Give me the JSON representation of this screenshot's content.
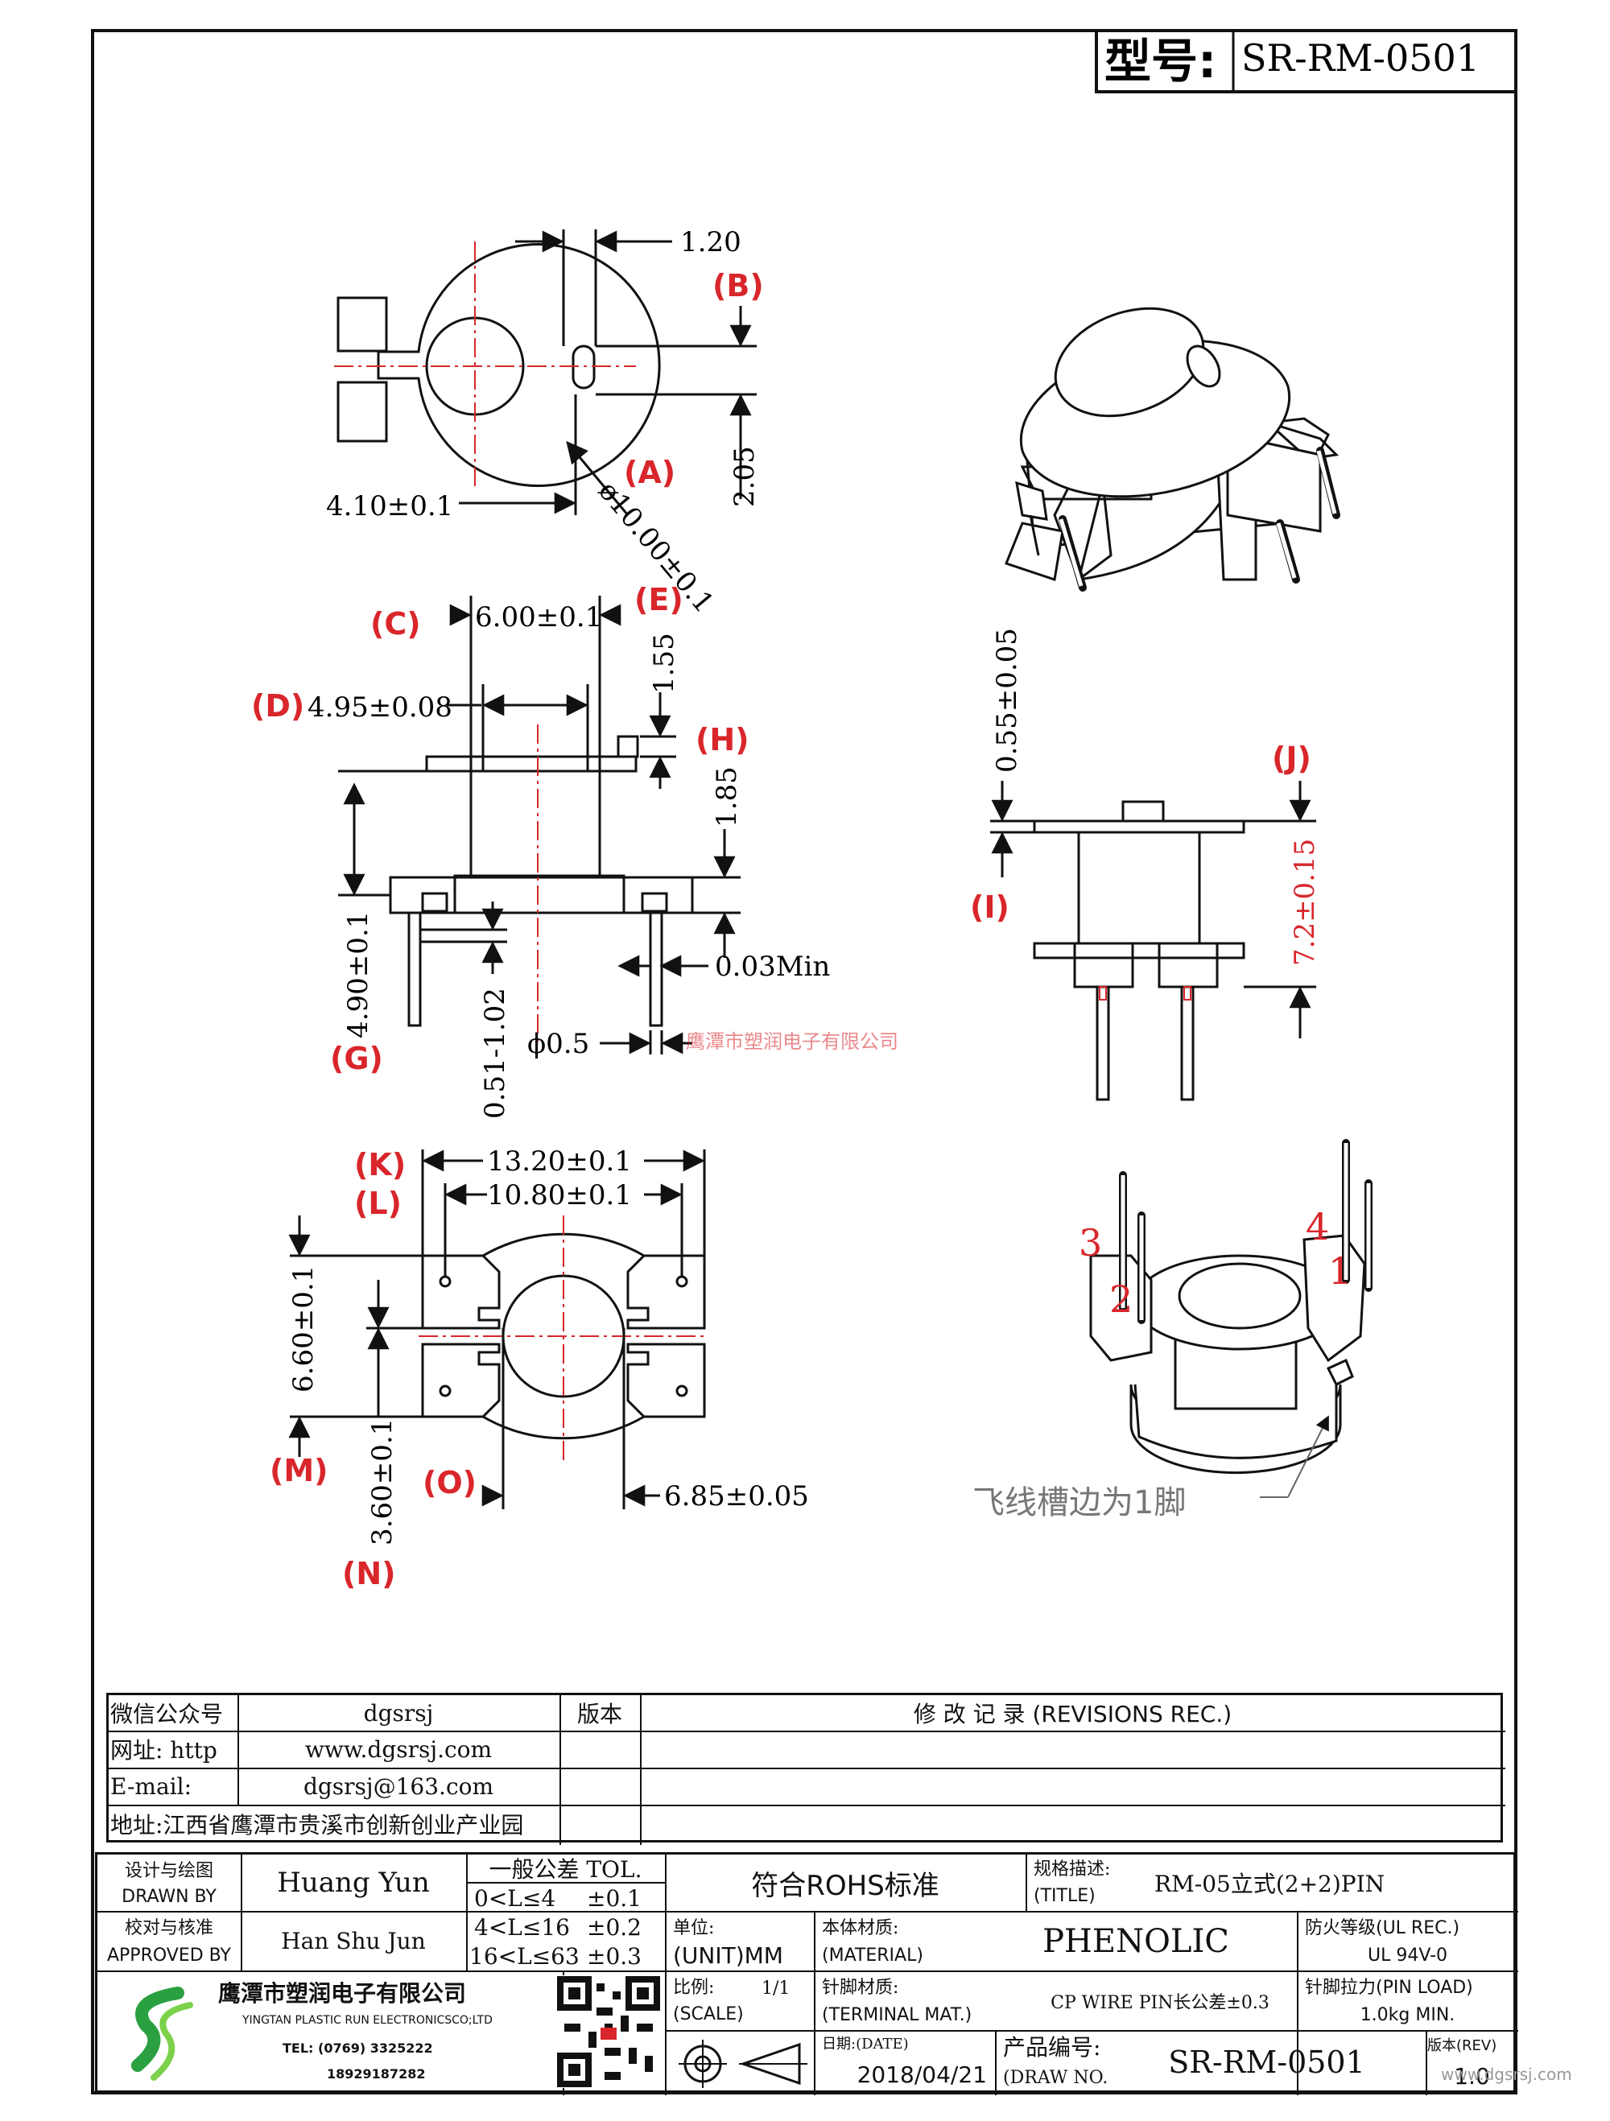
{
  "model_label": "型号:",
  "model_value": "SR-RM-0501",
  "dimensions": {
    "d_1_20": "1.20",
    "d_4_10": "4.10±0.1",
    "d_2_05": "2.05",
    "d_phi10": "ø10.00±0.1",
    "d_6_00": "6.00±0.1",
    "d_1_55": "1.55",
    "d_4_95": "4.95±0.08",
    "d_1_85": "1.85",
    "d_4_90": "4.90±0.1",
    "d_0_51": "0.51-1.02",
    "d_003": "0.03Min",
    "d_phi05": "ϕ0.5",
    "d_055": "0.55±0.05",
    "d_72": "7.2±0.15",
    "d_1320": "13.20±0.1",
    "d_1080": "10.80±0.1",
    "d_660": "6.60±0.1",
    "d_360": "3.60±0.1",
    "d_685": "6.85±0.05"
  },
  "callouts": {
    "A": "(A)",
    "B": "(B)",
    "C": "(C)",
    "D": "(D)",
    "E": "(E)",
    "G": "(G)",
    "H": "(H)",
    "I": "(I)",
    "J": "(J)",
    "K": "(K)",
    "L": "(L)",
    "M": "(M)",
    "N": "(N)",
    "O": "(O)"
  },
  "pin_numbers": [
    "1",
    "2",
    "3",
    "4"
  ],
  "pin1_note": "飞线槽边为1脚",
  "watermark": "鹰潭市塑润电子有限公司",
  "watermark2": "www.dgsrsj.com",
  "accent_red": "#d9262b",
  "info": {
    "wechat_label": "微信公众号",
    "wechat_value": "dgsrsj",
    "web_label": "网址: http",
    "web_value": "www.dgsrsj.com",
    "email_label": "E-mail:",
    "email_value": "dgsrsj@163.com",
    "address": "地址:江西省鹰潭市贵溪市创新创业产业园",
    "version_label": "版本",
    "revisions_label": "修 改 记 录  (REVISIONS REC.)"
  },
  "title_block": {
    "drawn_cn": "设计与绘图",
    "drawn_en": "DRAWN BY",
    "drawn_name": "Huang Yun",
    "approved_cn": "校对与核准",
    "approved_en": "APPROVED BY",
    "approved_name": "Han Shu Jun",
    "tol_title": "一般公差 TOL.",
    "tol_rows": [
      {
        "range": "0<L≤4",
        "tol": "±0.1"
      },
      {
        "range": "4<L≤16",
        "tol": "±0.2"
      },
      {
        "range": "16<L≤63",
        "tol": "±0.3"
      }
    ],
    "rohs": "符合ROHS标准",
    "spec_cn": "规格描述:",
    "spec_en": "(TITLE)",
    "spec_value": "RM-05立式(2+2)PIN",
    "unit_cn": "单位:",
    "unit_en": "(UNIT)MM",
    "material_cn": "本体材质:",
    "material_en": "(MATERIAL)",
    "material_value": "PHENOLIC",
    "fire_cn": "防火等级(UL REC.)",
    "fire_value": "UL 94V-0",
    "company_cn": "鹰潭市塑润电子有限公司",
    "company_en": "YINGTAN PLASTIC RUN ELECTRONICSCO;LTD",
    "tel": "TEL: (0769) 3325222",
    "phone": "18929187282",
    "scale_cn": "比例:",
    "scale_en": "(SCALE)",
    "scale_value": "1/1",
    "terminal_cn": "针脚材质:",
    "terminal_en": "(TERMINAL MAT.)",
    "terminal_value": "CP WIRE  PIN长公差±0.3",
    "pinload_cn": "针脚拉力(PIN LOAD)",
    "pinload_value": "1.0kg MIN.",
    "date_cn": "日期:(DATE)",
    "date_value": "2018/04/21",
    "drawno_cn": "产品编号:",
    "drawno_en": "(DRAW NO.)",
    "drawno_value": "SR-RM-0501",
    "rev_cn": "版本(REV)",
    "rev_value": "1.0"
  }
}
